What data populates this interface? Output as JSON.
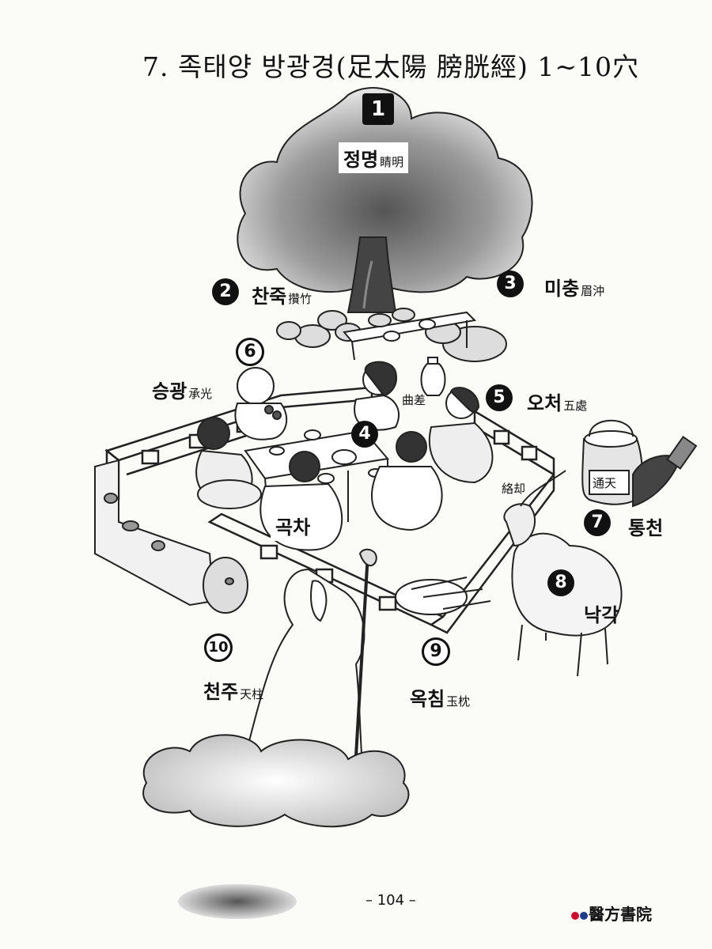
{
  "title": "7. 족태양 방광경(足太陽 膀胱經) 1~10穴",
  "points": [
    {
      "num": "1",
      "ko": "정명",
      "han": "睛明"
    },
    {
      "num": "2",
      "ko": "찬죽",
      "han": "攢竹"
    },
    {
      "num": "3",
      "ko": "미충",
      "han": "眉沖"
    },
    {
      "num": "4",
      "ko": "곡차",
      "han": "曲差"
    },
    {
      "num": "5",
      "ko": "오처",
      "han": "五處"
    },
    {
      "num": "6",
      "ko": "승광",
      "han": "承光"
    },
    {
      "num": "7",
      "ko": "통천",
      "han": "通天"
    },
    {
      "num": "8",
      "ko": "낙각",
      "han": "絡却"
    },
    {
      "num": "9",
      "ko": "옥침",
      "han": "玉枕"
    },
    {
      "num": "10",
      "ko": "천주",
      "han": "天柱"
    }
  ],
  "footer": {
    "page": "– 104 –",
    "publisher": "醫方書院",
    "publisher_dot_colors": [
      "#c8102e",
      "#1f3c88"
    ]
  }
}
